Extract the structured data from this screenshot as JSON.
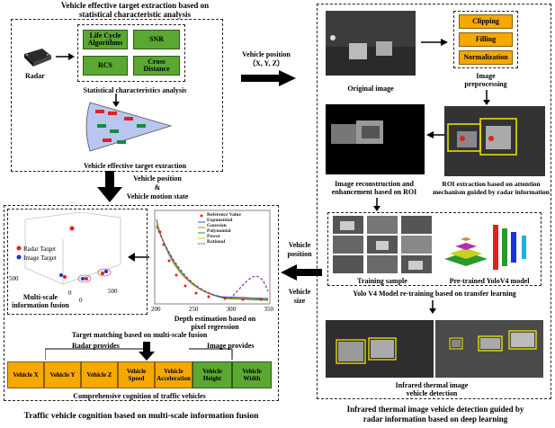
{
  "left_top": {
    "title_line1": "Vehicle effective target extraction based on",
    "title_line2": "statistical characteristic analysis",
    "radar_label": "Radar",
    "boxes": [
      "Life Cycle Algorithms",
      "SNR",
      "RCS",
      "Cross Distance"
    ],
    "stat_label": "Statistical characteristics analysis",
    "extract_label": "Vehicle effective target extraction"
  },
  "vehicle_position_arrow": {
    "line1": "Vehicle position",
    "line2": "（X, Y, Z）"
  },
  "motion_label": {
    "line1": "Vehicle position",
    "line2": "&",
    "line3": "Vehicle motion state"
  },
  "fusion": {
    "scatter_legend": [
      "Radar Target",
      "Image Target"
    ],
    "scatter_ticks": [
      "500",
      "0",
      "0",
      "500"
    ],
    "multiscale_label_line1": "Multi-scale",
    "multiscale_label_line2": "information fusion",
    "depth_label_line1": "Depth estimation based on",
    "depth_label_line2": "pixel regression",
    "legend": [
      "Reference Value",
      "Exponential",
      "Gaussian",
      "Polynomial",
      "Power",
      "Rational"
    ],
    "x_ticks": [
      "200",
      "250",
      "300",
      "350"
    ],
    "target_matching_label": "Target matching based on multi-scale fusion"
  },
  "provides": {
    "radar": "Radar provides",
    "image": "Image provides",
    "radar_items": [
      "Vehicle X",
      "Vehicle Y",
      "Vehicle Z",
      "Vehicle Speed",
      "Vehicle Acceleration"
    ],
    "image_items": [
      "Vehicle Height",
      "Vehicle Width"
    ],
    "cognition_label": "Comprehensive cognition of traffic vehicles"
  },
  "left_caption": "Traffic vehicle cognition based on multi-scale information fusion",
  "mid_arrow": {
    "line1": "Vehicle",
    "line2": "position",
    "line3": "Vehicle",
    "line4": "size"
  },
  "right": {
    "original_label": "Original image",
    "preproc_label_line1": "Image",
    "preproc_label_line2": "preprocessing",
    "preproc_items": [
      "Clipping",
      "Filling",
      "Normalization"
    ],
    "recon_label_line1": "Image reconstruction and",
    "recon_label_line2": "enhancement based on ROI",
    "roi_label_line1": "ROI extraction based on attention",
    "roi_label_line2": "mechanism guided by radar information",
    "training_label": "Training sample",
    "pretrained_label": "Pre-trained YoloV4 model",
    "retrain_label": "Yolo V4 Model re-training based on transfer learning",
    "detect_label_line1": "Infrared thermal image",
    "detect_label_line2": "vehicle detection",
    "caption_line1": "Infrared thermal image vehicle detection guided by",
    "caption_line2": "radar information based on deep learning"
  },
  "colors": {
    "green": "#5aa832",
    "orange": "#f5a800",
    "yellow": "#f2e600",
    "red": "#e02020",
    "blue": "#1a2fe0"
  }
}
